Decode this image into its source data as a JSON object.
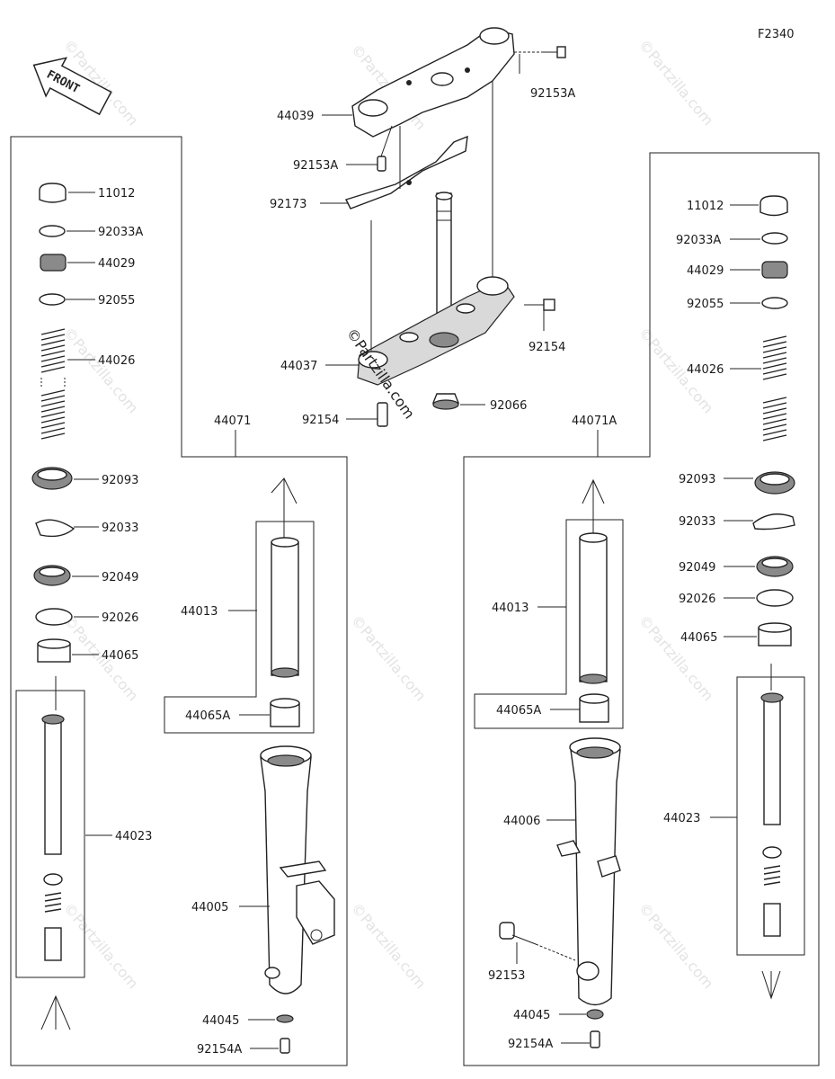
{
  "figure_code": "F2340",
  "front_badge": "FRONT",
  "watermark": "©Partzilla.com",
  "stamp_text": "©Partzilla.com",
  "callouts": {
    "top_bracket": "44039",
    "top_bolt": "92153A",
    "top_bolt_left": "92153A",
    "plate": "92173",
    "stem_bolt": "92154",
    "stem": "44037",
    "stem_bolt_lower": "92154",
    "stem_cap": "92066",
    "left_assy": "44071",
    "right_assy": "44071A",
    "L_cap": "11012",
    "L_oring_a": "92033A",
    "L_plug": "44029",
    "L_oring": "92055",
    "L_spring": "44026",
    "L_seal": "92093",
    "L_clip": "92033",
    "L_oilseal": "92049",
    "L_washer": "92026",
    "L_bushing": "44065",
    "L_cylinder": "44023",
    "L_tube": "44013",
    "L_bushing_a": "44065A",
    "L_outer": "44005",
    "L_washer_b": "44045",
    "L_bolt": "92154A",
    "R_cap": "11012",
    "R_oring_a": "92033A",
    "R_plug": "44029",
    "R_oring": "92055",
    "R_spring": "44026",
    "R_seal": "92093",
    "R_clip": "92033",
    "R_oilseal": "92049",
    "R_washer": "92026",
    "R_bushing": "44065",
    "R_tube": "44013",
    "R_bushing_a": "44065A",
    "R_outer": "44006",
    "R_cylinder": "44023",
    "R_axlebolt": "92153",
    "R_washer_b": "44045",
    "R_bolt": "92154A"
  }
}
